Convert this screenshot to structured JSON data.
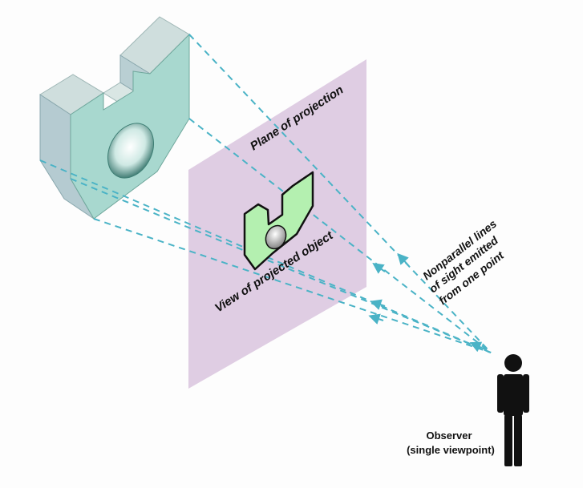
{
  "labels": {
    "plane": "Plane of projection",
    "view": "View of projected object",
    "lines_1": "Nonparallel lines",
    "lines_2": "of sight  emitted",
    "lines_3": "from one point",
    "observer_1": "Observer",
    "observer_2": "(single viewpoint)"
  },
  "colors": {
    "plane": "#dcc8e0",
    "object_front": "#a8d8cf",
    "object_top": "#cfdedd",
    "object_side": "#b5cbd1",
    "projected_view": "#b4f0b0",
    "sight_lines": "#4ab3c6",
    "observer": "#111111"
  }
}
